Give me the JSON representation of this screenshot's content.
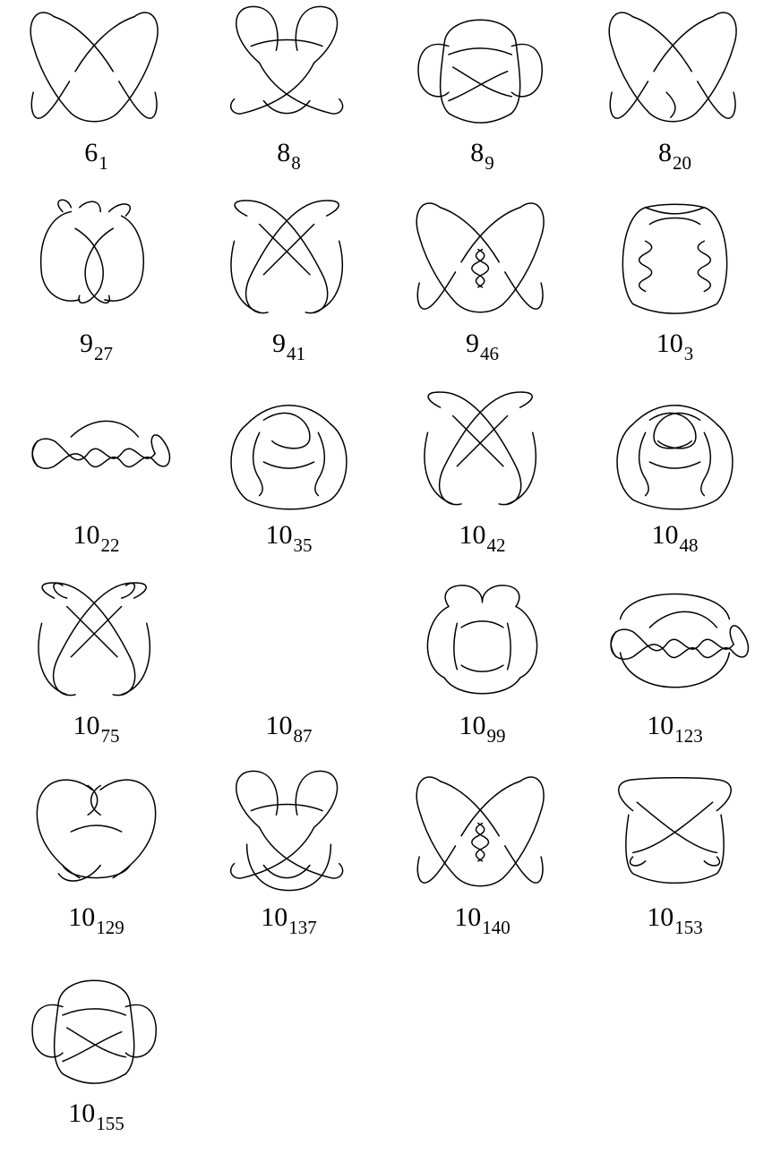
{
  "knots": [
    {
      "id": "k-6-1",
      "name": "6",
      "sub": "1",
      "kind": "ttf"
    },
    {
      "id": "k-8-8",
      "name": "8",
      "sub": "8",
      "kind": "ears-top"
    },
    {
      "id": "k-8-9",
      "name": "8",
      "sub": "9",
      "kind": "side-loops"
    },
    {
      "id": "k-8-20",
      "name": "8",
      "sub": "20",
      "kind": "ttf-twist"
    },
    {
      "id": "k-9-27",
      "name": "9",
      "sub": "27",
      "kind": "hook-top"
    },
    {
      "id": "k-9-41",
      "name": "9",
      "sub": "41",
      "kind": "double-braid"
    },
    {
      "id": "k-9-46",
      "name": "9",
      "sub": "46",
      "kind": "ttf-twist3"
    },
    {
      "id": "k-10-3",
      "name": "10",
      "sub": "3",
      "kind": "two-twists"
    },
    {
      "id": "k-10-22",
      "name": "10",
      "sub": "22",
      "kind": "chain"
    },
    {
      "id": "k-10-35",
      "name": "10",
      "sub": "35",
      "kind": "pretzel"
    },
    {
      "id": "k-10-42",
      "name": "10",
      "sub": "42",
      "kind": "double-braid"
    },
    {
      "id": "k-10-48",
      "name": "10",
      "sub": "48",
      "kind": "pretzel-x"
    },
    {
      "id": "k-10-75",
      "name": "10",
      "sub": "75",
      "kind": "braid-ears"
    },
    {
      "id": "k-10-87",
      "name": "10",
      "sub": "87",
      "kind": "none"
    },
    {
      "id": "k-10-99",
      "name": "10",
      "sub": "99",
      "kind": "clover"
    },
    {
      "id": "k-10-123",
      "name": "10",
      "sub": "123",
      "kind": "chain-ring"
    },
    {
      "id": "k-10-129",
      "name": "10",
      "sub": "129",
      "kind": "heart"
    },
    {
      "id": "k-10-137",
      "name": "10",
      "sub": "137",
      "kind": "ears-cross"
    },
    {
      "id": "k-10-140",
      "name": "10",
      "sub": "140",
      "kind": "ttf-twist3"
    },
    {
      "id": "k-10-153",
      "name": "10",
      "sub": "153",
      "kind": "box-x"
    },
    {
      "id": "k-10-155",
      "name": "10",
      "sub": "155",
      "kind": "side-loops"
    }
  ]
}
